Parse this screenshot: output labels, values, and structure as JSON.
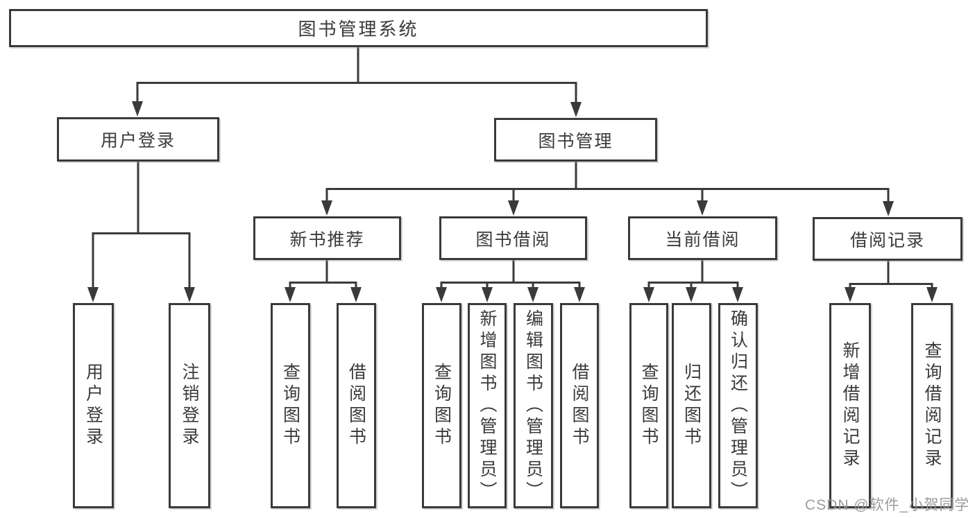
{
  "diagram": {
    "type": "tree",
    "root": {
      "label": "图书管理系统",
      "children": [
        {
          "label": "用户登录",
          "children": [
            {
              "label": "用户登录"
            },
            {
              "label": "注销登录"
            }
          ]
        },
        {
          "label": "图书管理",
          "children": [
            {
              "label": "新书推荐",
              "children": [
                {
                  "label": "查询图书"
                },
                {
                  "label": "借阅图书"
                }
              ]
            },
            {
              "label": "图书借阅",
              "children": [
                {
                  "label": "查询图书"
                },
                {
                  "label": "新增图书（管理员）"
                },
                {
                  "label": "编辑图书（管理员）"
                },
                {
                  "label": "借阅图书"
                }
              ]
            },
            {
              "label": "当前借阅",
              "children": [
                {
                  "label": "查询图书"
                },
                {
                  "label": "归还图书"
                },
                {
                  "label": "确认归还（管理员）"
                }
              ]
            },
            {
              "label": "借阅记录",
              "children": [
                {
                  "label": "新增借阅记录"
                },
                {
                  "label": "查询借阅记录"
                }
              ]
            }
          ]
        }
      ]
    }
  },
  "watermark": {
    "text": "CSDN @软件_小贺同学"
  },
  "colors": {
    "line": "#3a3a3a",
    "text": "#3a3a3a",
    "background": "#ffffff",
    "watermark": "#949494"
  }
}
